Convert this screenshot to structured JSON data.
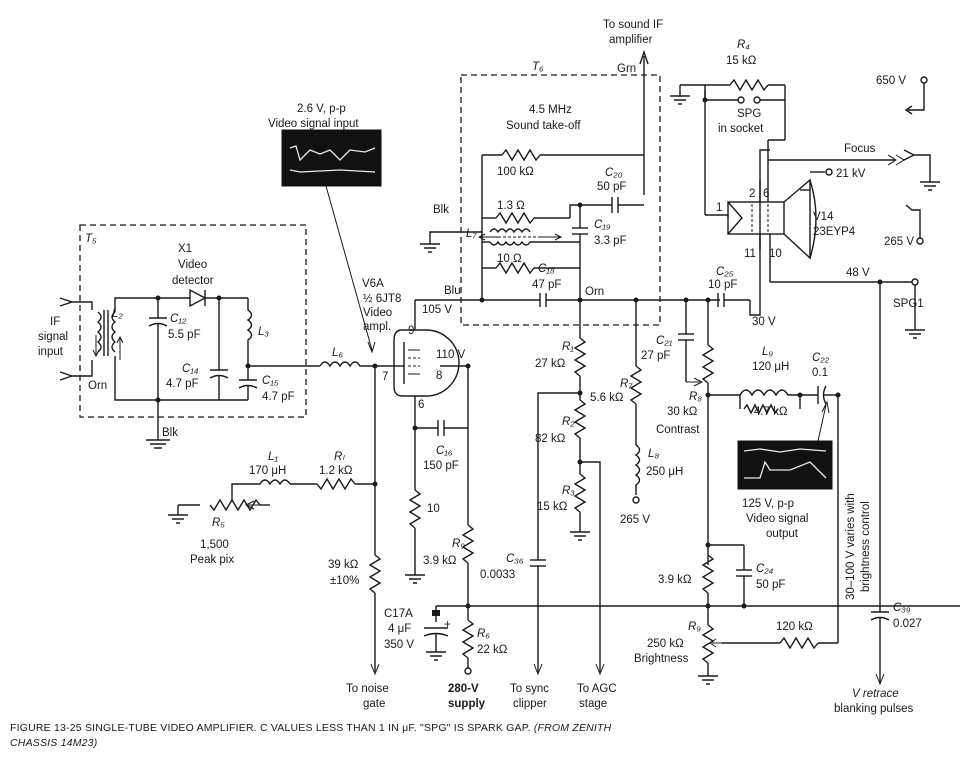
{
  "caption": {
    "main": "FIGURE 13-25  SINGLE-TUBE VIDEO AMPLIFIER. C VALUES LESS THAN 1 IN μF. \"SPG\" IS SPARK GAP.",
    "source": "(FROM ZENITH CHASSIS 14M23)"
  },
  "labels": {
    "sound_if": [
      "To sound IF",
      "amplifier"
    ],
    "grn": "Grn",
    "t6": "T₆",
    "take_off": [
      "4.5 MHz",
      "Sound take-off"
    ],
    "r4": "R₄",
    "r4_val": "15 kΩ",
    "spg_socket": [
      "SPG",
      "in socket"
    ],
    "v650": "650 V",
    "focus": "Focus",
    "kv21": "21 kV",
    "v14": [
      "V14",
      "23EYP4"
    ],
    "v265r": "265 V",
    "v48": "48 V",
    "spg1": "SPG1",
    "crt_pins": [
      "1",
      "2",
      "6",
      "11",
      "10"
    ],
    "sig_in": [
      "2.6 V, p-p",
      "Video signal input"
    ],
    "r100k": "100 kΩ",
    "c20": "C₂₀",
    "c20_val": "50 pF",
    "r1_3": "1.3 Ω",
    "c19": "C₁₉",
    "c19_val": "3.3 pF",
    "l7": "L₇",
    "r10": "10 Ω",
    "c18": "C₁₈",
    "c18_val": "47 pF",
    "blk": "Blk",
    "blu": "Blu",
    "orn": "Orn",
    "v105": "105 V",
    "v6a": [
      "V6A",
      "½ 6JT8",
      "Video",
      "ampl."
    ],
    "c25": "C₂₅",
    "c25_val": "10 pF",
    "v30": "30 V",
    "t5": "T₅",
    "x1": [
      "X1",
      "Video",
      "detector"
    ],
    "if_in": [
      "IF",
      "signal",
      "input"
    ],
    "c12": "C₁₂",
    "c12_val": "5.5 pF",
    "l2": "L₂",
    "l3": "L₃",
    "c14": "C₁₄",
    "c14_val": "4.7 pF",
    "c15": "C₁₅",
    "c15_val": "4.7 pF",
    "orn2": "Orn",
    "blk2": "Blk",
    "l6": "L₆",
    "pins": [
      "9",
      "7",
      "8",
      "6"
    ],
    "v110": "110 V",
    "r1": "R₁",
    "r1_val": "27 kΩ",
    "r7": "R₇",
    "r7_val": "5.6 kΩ",
    "c21": "C₂₁",
    "c21_val": "27 pF",
    "l9": "L₉",
    "l9_val": "120 μH",
    "c22": "C₂₂",
    "c22_val": "0.1",
    "r8": "R₈",
    "r8_val": "30 kΩ",
    "contrast": "Contrast",
    "r47k": "4.7 kΩ",
    "c16": "C₁₆",
    "c16_val": "150 pF",
    "r2": "R₂",
    "r2_val": "82 kΩ",
    "l8": "L₈",
    "l8_val": "250 μH",
    "v265b": "265 V",
    "r3": "R₃",
    "r3_val": "15 kΩ",
    "l1": "L₁",
    "l1_val": "170 μH",
    "rl": "Rₗ",
    "rl_val": "1.2 kΩ",
    "r5": "R₅",
    "r5_val": "1,500",
    "peak": "Peak pix",
    "r10b": "10",
    "sig_out": [
      "125 V, p-p",
      "Video signal",
      "output"
    ],
    "vbright": [
      "30–100 V varies with",
      "brightness control"
    ],
    "r39": [
      "39 kΩ",
      "±10%"
    ],
    "r9": "R₉",
    "r9_val": "3.9 kΩ",
    "c36": "C₃₆",
    "c36_val": "0.0033",
    "r39k": "3.9 kΩ",
    "c24": "C₂₄",
    "c24_val": "50 pF",
    "c39": "C₃₉",
    "c39_val": "0.027",
    "c17": [
      "C17A",
      "4 μF",
      "350 V"
    ],
    "r6": "R₆",
    "r6_val": "22 kΩ",
    "r120": "120 kΩ",
    "r9b": "R₉",
    "r9b_val": "250 kΩ",
    "brightness": "Brightness",
    "noise": [
      "To noise",
      "gate"
    ],
    "supply": [
      "280-V",
      "supply"
    ],
    "sync": [
      "To sync",
      "clipper"
    ],
    "agc": [
      "To AGC",
      "stage"
    ],
    "retrace": [
      "V retrace",
      "blanking pulses"
    ]
  }
}
